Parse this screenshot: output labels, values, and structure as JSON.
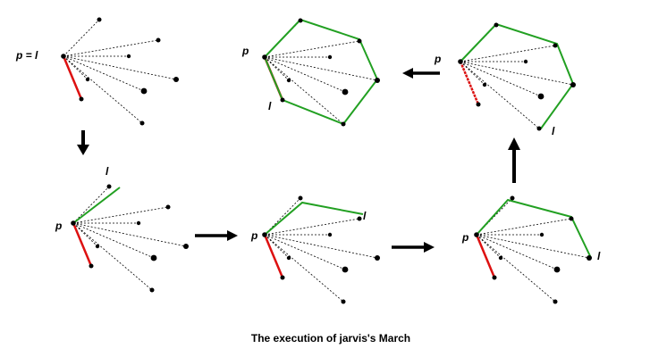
{
  "caption": "The execution of jarvis's March",
  "colors": {
    "hull": "#22a022",
    "first_edge": "#dd1111",
    "ray": "#000000",
    "point": "#000000"
  },
  "panels": [
    {
      "id": "step1",
      "label_p": "p = l",
      "label_l": ""
    },
    {
      "id": "step2",
      "label_p": "p",
      "label_l": "l"
    },
    {
      "id": "step3",
      "label_p": "p",
      "label_l": "l"
    },
    {
      "id": "step4",
      "label_p": "p",
      "label_l": "l"
    },
    {
      "id": "step5",
      "label_p": "p",
      "label_l": "l"
    },
    {
      "id": "step6",
      "label_p": "p",
      "label_l": "l"
    }
  ],
  "arrows": [
    {
      "from": "step1",
      "to": "step2",
      "direction": "down"
    },
    {
      "from": "step2",
      "to": "step3",
      "direction": "right"
    },
    {
      "from": "step3",
      "to": "step4",
      "direction": "right"
    },
    {
      "from": "step4",
      "to": "step5",
      "direction": "up"
    },
    {
      "from": "step5",
      "to": "step6",
      "direction": "left"
    }
  ]
}
